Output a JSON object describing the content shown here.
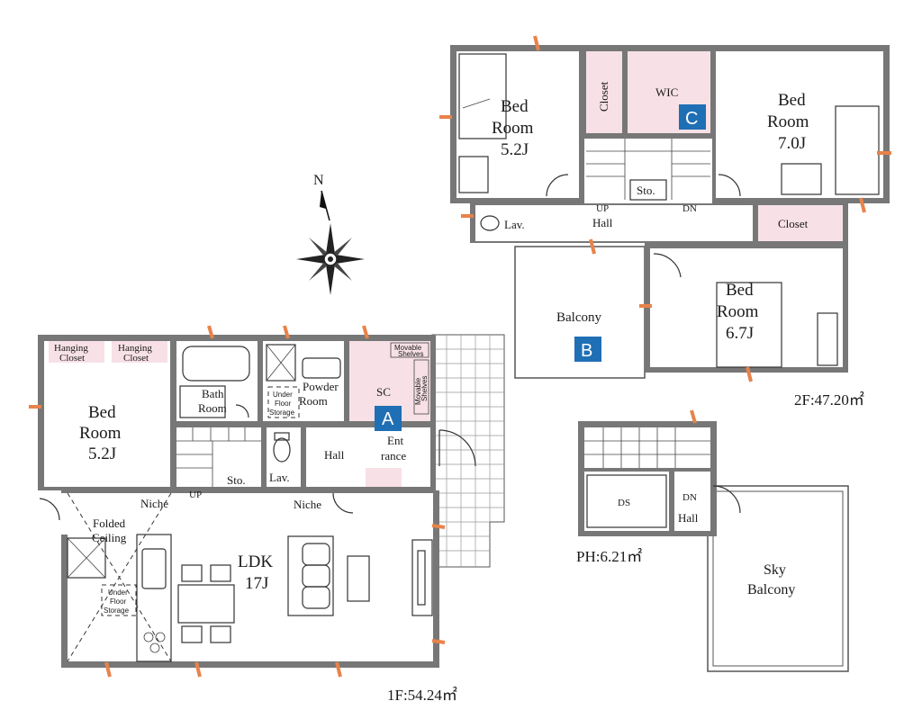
{
  "colors": {
    "wall": "#777777",
    "closet_fill": "#f7e1e6",
    "badge": "#1f6fb5",
    "window_marker": "#e8834a"
  },
  "compass": {
    "north_label": "N"
  },
  "floor1": {
    "area": "1F:54.24㎡",
    "bedroom": {
      "name_line1": "Bed",
      "name_line2": "Room",
      "size": "5.2J"
    },
    "hanging_closet_1": {
      "line1": "Hanging",
      "line2": "Closet"
    },
    "hanging_closet_2": {
      "line1": "Hanging",
      "line2": "Closet"
    },
    "bath": {
      "line1": "Bath",
      "line2": "Room"
    },
    "powder": {
      "line1": "Powder",
      "line2": "Room"
    },
    "under_floor_storage_1": {
      "line1": "Under",
      "line2": "Floor",
      "line3": "Storage"
    },
    "sc": "SC",
    "movable_shelves_1": {
      "line1": "Movable",
      "line2": "Shelves"
    },
    "movable_shelves_2": {
      "line1": "Movable",
      "line2": "Shelves"
    },
    "badge": "A",
    "entrance": {
      "line1": "Ent",
      "line2": "rance"
    },
    "hall": "Hall",
    "lav": "Lav.",
    "sto": "Sto.",
    "up": "UP",
    "niche_1": "Niche",
    "niche_2": "Niche",
    "folded_ceiling": {
      "line1": "Folded",
      "line2": "Ceiling"
    },
    "under_floor_storage_2": {
      "line1": "Under",
      "line2": "Floor",
      "line3": "Storage"
    },
    "ldk": {
      "name": "LDK",
      "size": "17J"
    }
  },
  "floor2": {
    "area": "2F:47.20㎡",
    "bedroom_a": {
      "name_line1": "Bed",
      "name_line2": "Room",
      "size": "5.2J"
    },
    "closet_vertical": "Closet",
    "wic": "WIC",
    "badge_c": "C",
    "bedroom_b": {
      "name_line1": "Bed",
      "name_line2": "Room",
      "size": "7.0J"
    },
    "sto": "Sto.",
    "up": "UP",
    "dn": "DN",
    "hall": "Hall",
    "lav": "Lav.",
    "closet_horizontal": "Closet",
    "balcony": "Balcony",
    "badge_b": "B",
    "bedroom_c": {
      "name_line1": "Bed",
      "name_line2": "Room",
      "size": "6.7J"
    }
  },
  "penthouse": {
    "area": "PH:6.21㎡",
    "ds": "DS",
    "dn": "DN",
    "hall": "Hall",
    "sky_balcony": {
      "line1": "Sky",
      "line2": "Balcony"
    }
  }
}
